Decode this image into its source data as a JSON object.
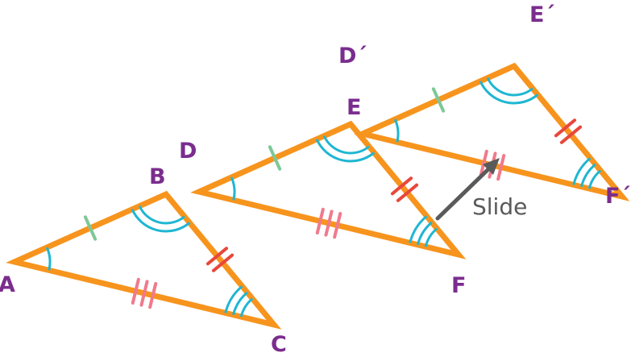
{
  "colors": {
    "triangle_stroke": "#F7941D",
    "vertex_label": "#7B2D8E",
    "angle_arc": "#1EB6D2",
    "tick_single": "#7DC897",
    "tick_double": "#E8473C",
    "tick_triple": "#F07A8C",
    "arrow": "#5A5A5A"
  },
  "arrow_icon": "arrow-up-right-icon",
  "slide_label": "Slide",
  "triangles": [
    {
      "name": "original",
      "labels": [
        "A",
        "B",
        "C"
      ]
    },
    {
      "name": "first-image",
      "labels": [
        "D",
        "E",
        "F"
      ]
    },
    {
      "name": "second-image",
      "labels": [
        "D´",
        "E´",
        "F´"
      ]
    }
  ]
}
